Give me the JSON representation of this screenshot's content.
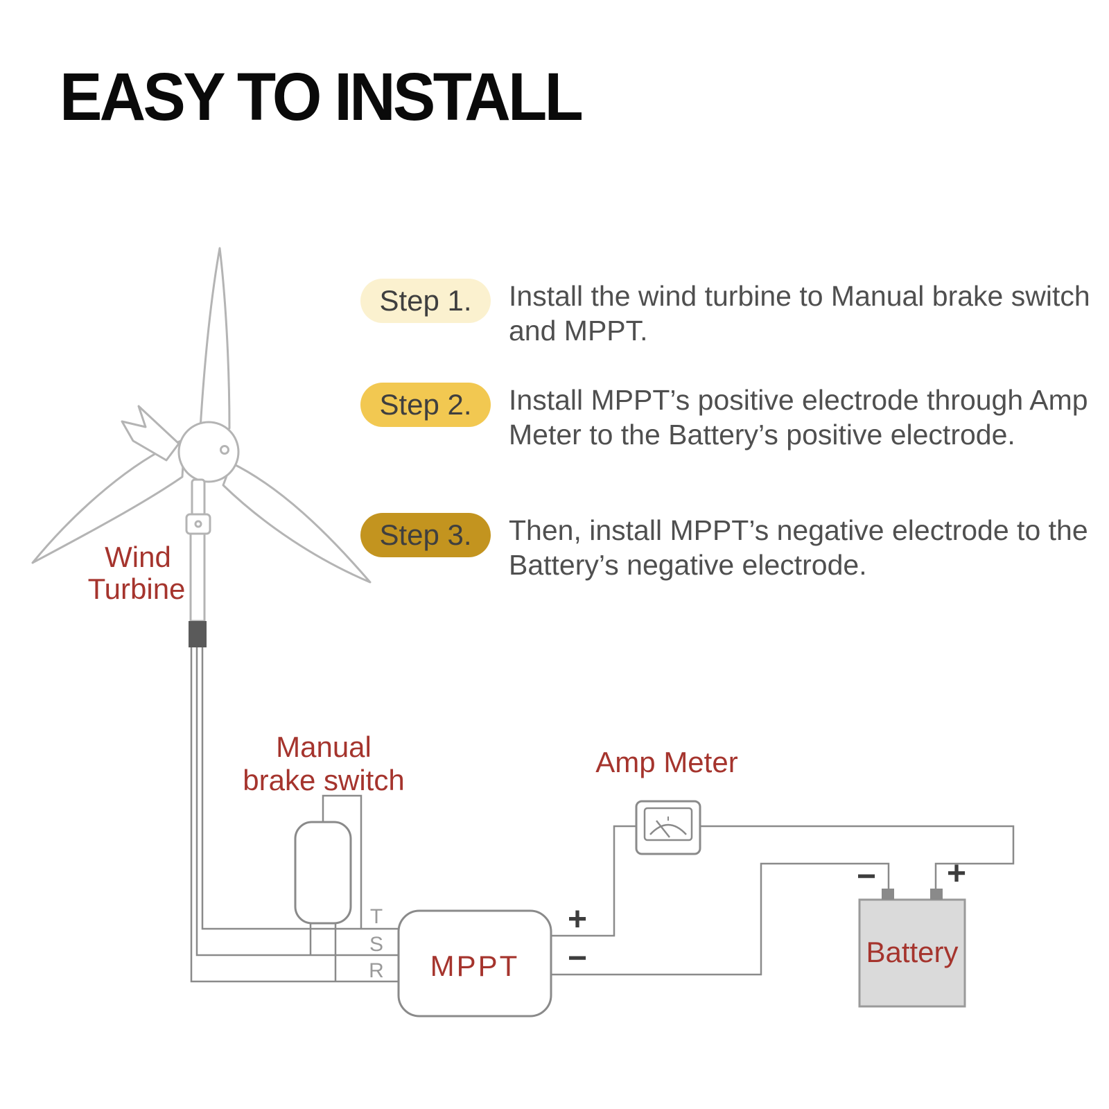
{
  "title": "EASY TO INSTALL",
  "steps": [
    {
      "badge": "Step 1.",
      "text": "Install the wind turbine to Manual brake switch and MPPT."
    },
    {
      "badge": "Step 2.",
      "text": "Install MPPT’s positive electrode through Amp Meter to the Battery’s positive electrode."
    },
    {
      "badge": "Step 3.",
      "text": "Then, install MPPT’s negative electrode to the Battery’s negative electrode."
    }
  ],
  "diagram": {
    "wind_turbine": {
      "line1": "Wind",
      "line2": "Turbine"
    },
    "manual_brake_switch": {
      "line1": "Manual",
      "line2": "brake switch"
    },
    "amp_meter_label": "Amp Meter",
    "mppt_label": "MPPT",
    "battery_label": "Battery",
    "mppt_terminals": {
      "t": "T",
      "s": "S",
      "r": "R",
      "plus": "+",
      "minus": "−"
    },
    "battery_terminals": {
      "minus": "−",
      "plus": "+"
    }
  },
  "colors": {
    "label_red": "#A5342D",
    "step1_badge_bg": "#FBF1CF",
    "step2_badge_bg": "#F2C851",
    "step3_badge_bg": "#C3941F",
    "wire_gray": "#8A8A8A",
    "turbine_stroke": "#B4B4B4",
    "battery_fill": "#DADADA",
    "title_color": "#0A0A0A"
  }
}
